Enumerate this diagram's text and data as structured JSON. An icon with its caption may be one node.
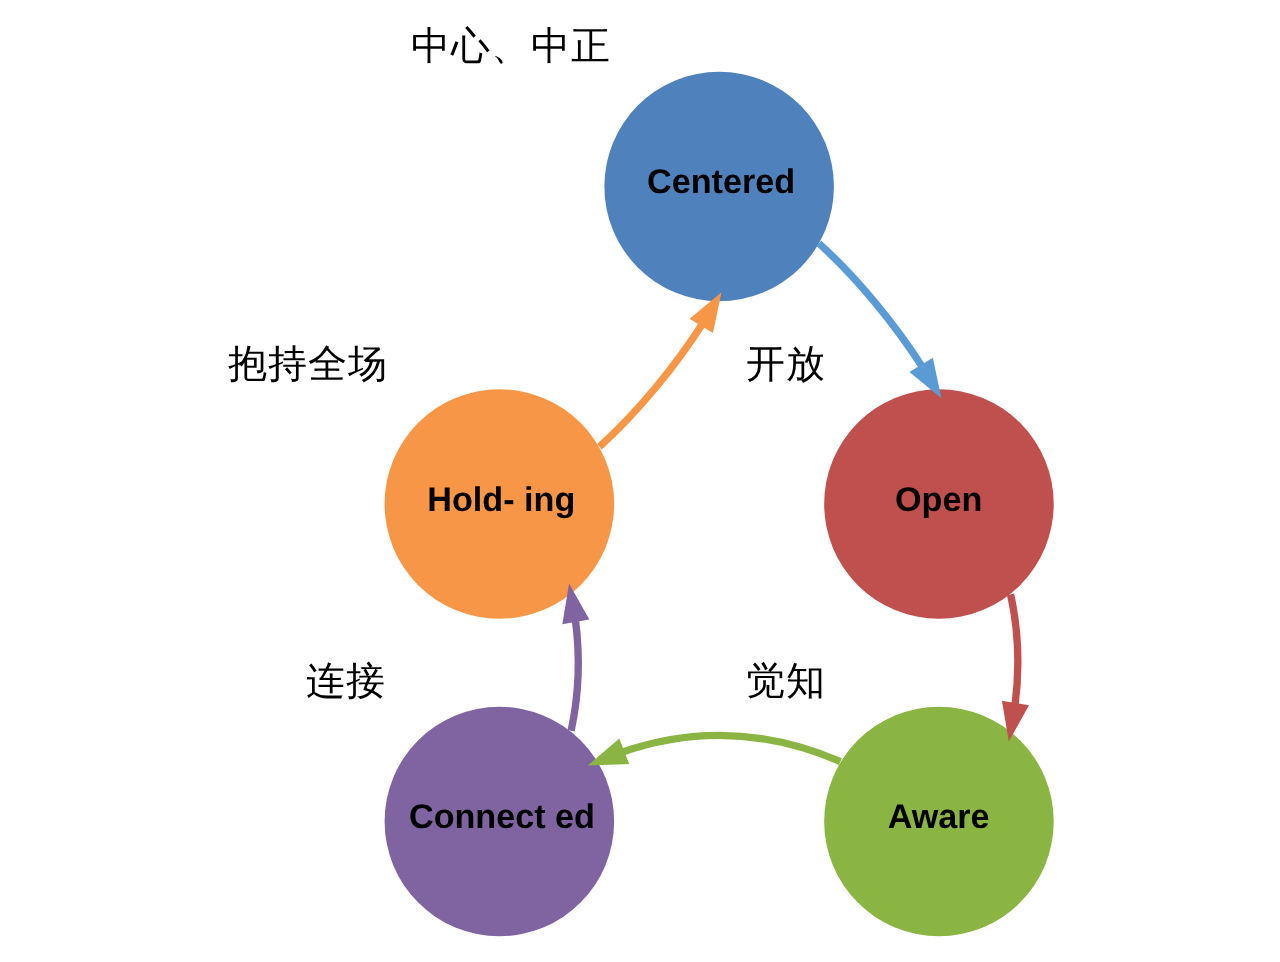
{
  "diagram": {
    "nodes": [
      {
        "text": [
          "Centered"
        ],
        "beside": [
          "中心、中正"
        ]
      },
      {
        "text": [
          "Open"
        ],
        "beside": [
          "开放"
        ]
      },
      {
        "text": [
          "Aware"
        ],
        "beside": [
          "觉知"
        ]
      },
      {
        "text": [
          "Connect ed"
        ],
        "beside": [
          "连接"
        ]
      },
      {
        "text": [
          "Hold- ing"
        ],
        "beside": [
          "抱持全场"
        ]
      }
    ],
    "edges": [
      {
        "from": 0,
        "to": 1,
        "arrow": "to",
        "color": "#5b9bd5"
      },
      {
        "from": 1,
        "to": 2,
        "arrow": "to",
        "color": "#c0504d"
      },
      {
        "from": 2,
        "to": 3,
        "arrow": "to",
        "color": "#8bb543"
      },
      {
        "from": 3,
        "to": 4,
        "arrow": "to",
        "color": "#8064a2"
      },
      {
        "from": 4,
        "to": 0,
        "arrow": "to",
        "color": "#f79646"
      }
    ]
  }
}
